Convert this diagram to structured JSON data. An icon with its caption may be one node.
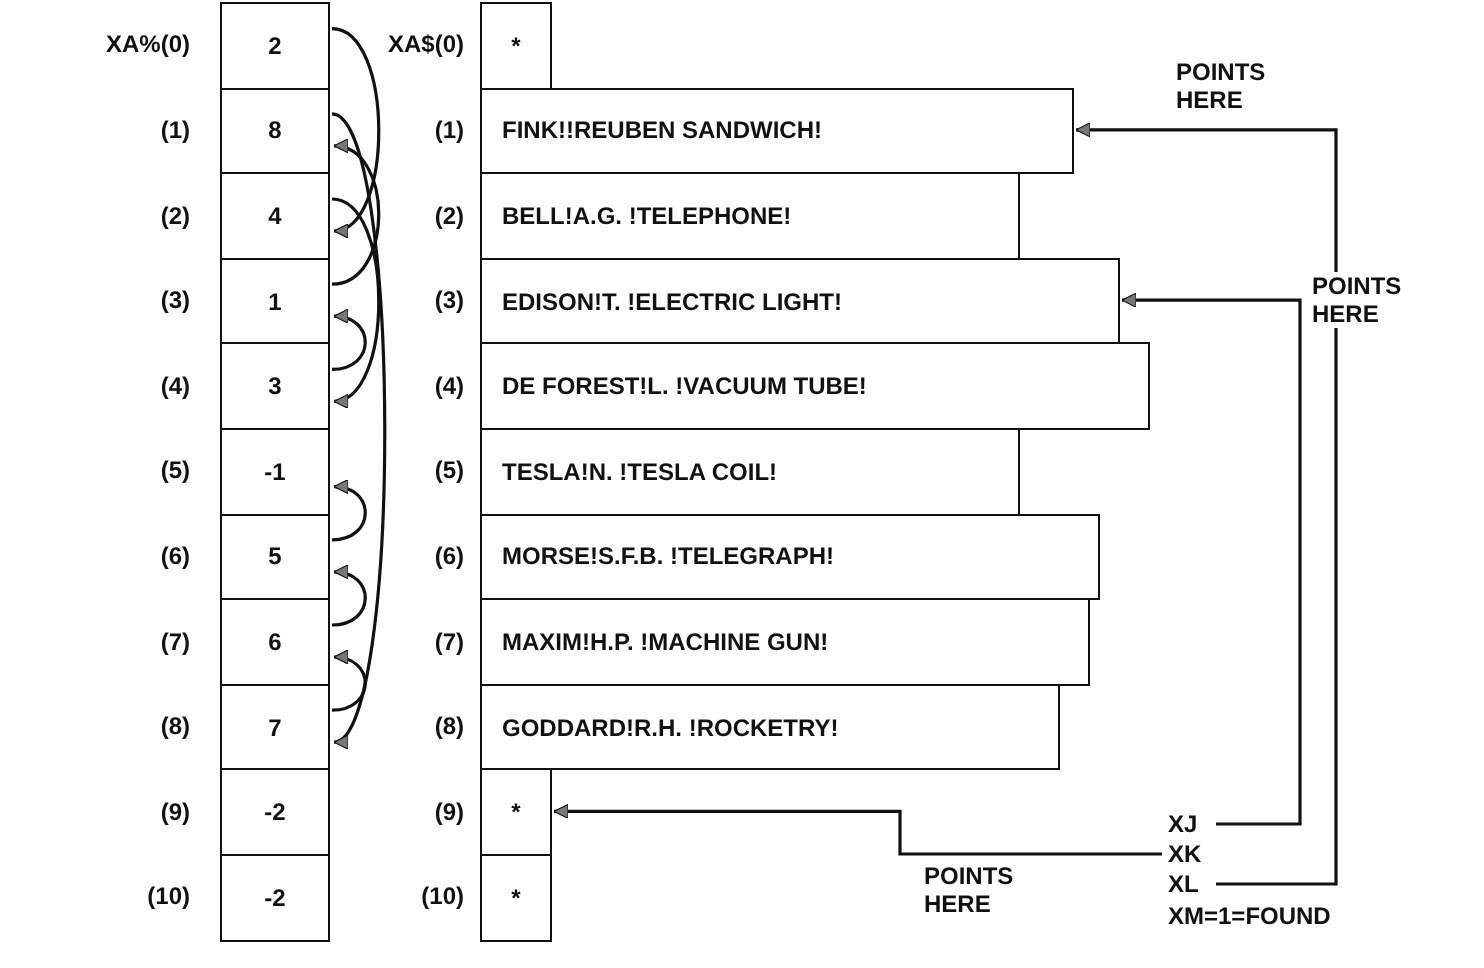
{
  "diagram": {
    "nodes": [
      {
        "text": [
          "2"
        ]
      },
      {
        "text": [
          "8"
        ]
      },
      {
        "text": [
          "4"
        ]
      },
      {
        "text": [
          "1"
        ]
      },
      {
        "text": [
          "3"
        ]
      },
      {
        "text": [
          "-1"
        ]
      },
      {
        "text": [
          "5"
        ]
      },
      {
        "text": [
          "6"
        ]
      },
      {
        "text": [
          "7"
        ]
      },
      {
        "text": [
          "-2"
        ]
      },
      {
        "text": [
          "-2"
        ]
      },
      {
        "text": [
          "*"
        ]
      },
      {
        "text": [
          "FINK!!REUBEN SANDWICH!"
        ]
      },
      {
        "text": [
          "BELL!A.G. !TELEPHONE!"
        ]
      },
      {
        "text": [
          "EDISON!T. !ELECTRIC LIGHT!"
        ]
      },
      {
        "text": [
          "DE FOREST!L. !VACUUM TUBE!"
        ]
      },
      {
        "text": [
          "TESLA!N. !TESLA COIL!"
        ]
      },
      {
        "text": [
          "MORSE!S.F.B. !TELEGRAPH!"
        ]
      },
      {
        "text": [
          "MAXIM!H.P. !MACHINE GUN!"
        ]
      },
      {
        "text": [
          "GODDARD!R.H. !ROCKETRY!"
        ]
      },
      {
        "text": [
          "*"
        ]
      },
      {
        "text": [
          "*"
        ]
      },
      {
        "text": [
          "XJ"
        ]
      },
      {
        "text": [
          "XK"
        ]
      },
      {
        "text": [
          "XL"
        ]
      }
    ],
    "edges": [
      {
        "from": 0,
        "to": 2,
        "arrow": "to"
      },
      {
        "from": 2,
        "to": 4,
        "arrow": "to"
      },
      {
        "from": 4,
        "to": 3,
        "arrow": "to"
      },
      {
        "from": 3,
        "to": 1,
        "arrow": "to"
      },
      {
        "from": 1,
        "to": 8,
        "arrow": "to"
      },
      {
        "from": 8,
        "to": 7,
        "arrow": "to"
      },
      {
        "from": 7,
        "to": 6,
        "arrow": "to"
      },
      {
        "from": 6,
        "to": 5,
        "arrow": "to"
      },
      {
        "from": 24,
        "to": 12,
        "arrow": "to",
        "label": "POINTS HERE"
      },
      {
        "from": 22,
        "to": 14,
        "arrow": "to",
        "label": "POINTS HERE"
      },
      {
        "from": 23,
        "to": 20,
        "arrow": "to",
        "label": "POINTS HERE"
      }
    ],
    "labels": [
      "XA%(0)",
      "(1)",
      "(2)",
      "(3)",
      "(4)",
      "(5)",
      "(6)",
      "(7)",
      "(8)",
      "(9)",
      "(10)",
      "XA$(0)",
      "(1)",
      "(2)",
      "(3)",
      "(4)",
      "(5)",
      "(6)",
      "(7)",
      "(8)",
      "(9)",
      "(10)",
      "XM=1=FOUND"
    ]
  }
}
